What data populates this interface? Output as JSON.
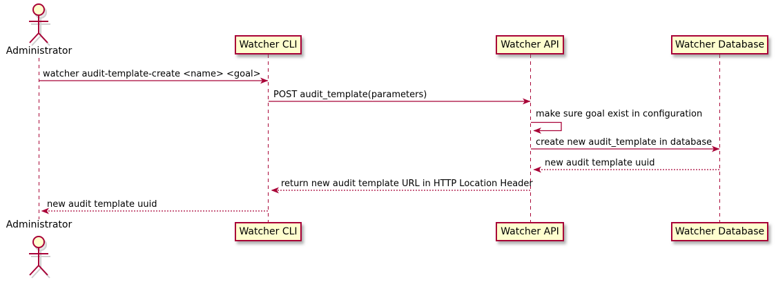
{
  "diagram": {
    "type": "sequence-diagram",
    "colors": {
      "border": "#A80036",
      "participant_fill": "#FEFECE",
      "line": "#A80036",
      "text": "#000000",
      "background": "#FFFFFF"
    },
    "actor": {
      "name": "Administrator"
    },
    "participants": [
      {
        "label": "Watcher CLI"
      },
      {
        "label": "Watcher API"
      },
      {
        "label": "Watcher Database"
      }
    ],
    "messages": [
      {
        "from": "Administrator",
        "to": "Watcher CLI",
        "style": "solid",
        "text": "watcher audit-template-create <name> <goal>"
      },
      {
        "from": "Watcher CLI",
        "to": "Watcher API",
        "style": "solid",
        "text": "POST audit_template(parameters)"
      },
      {
        "from": "Watcher API",
        "to": "Watcher API",
        "style": "self",
        "text": "make sure goal exist in configuration"
      },
      {
        "from": "Watcher API",
        "to": "Watcher Database",
        "style": "solid",
        "text": "create new audit_template in database"
      },
      {
        "from": "Watcher Database",
        "to": "Watcher API",
        "style": "dashed",
        "text": "new audit template uuid"
      },
      {
        "from": "Watcher API",
        "to": "Watcher CLI",
        "style": "dashed",
        "text": "return new audit template URL in HTTP Location Header"
      },
      {
        "from": "Watcher CLI",
        "to": "Administrator",
        "style": "dashed",
        "text": "new audit template uuid"
      }
    ]
  }
}
